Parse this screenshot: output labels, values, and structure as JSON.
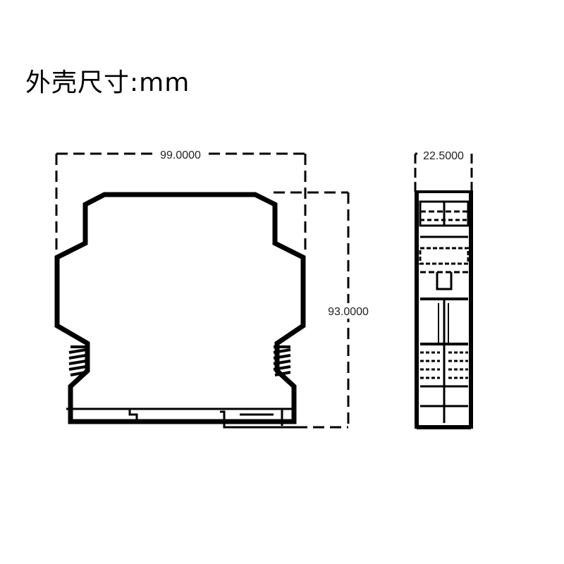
{
  "title": "外壳尺寸:mm",
  "dimensions": {
    "width": "99.0000",
    "height": "93.0000",
    "depth": "22.5000"
  },
  "colors": {
    "line": "#000000",
    "dim_line": "#000000",
    "background": "#ffffff"
  }
}
